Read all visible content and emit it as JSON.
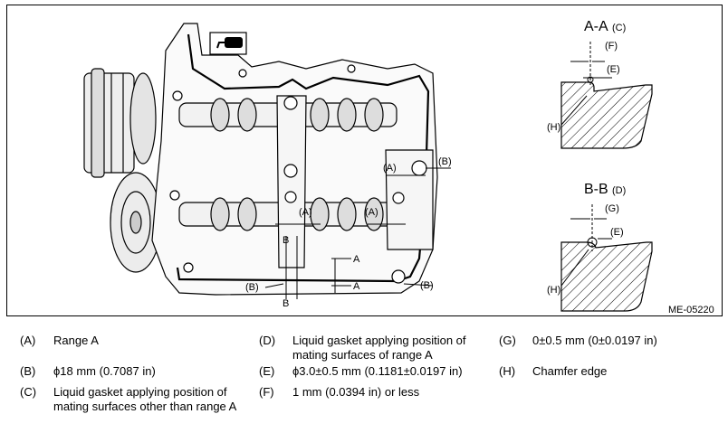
{
  "figure": {
    "id_label": "ME-05220",
    "section_aa": "A-A",
    "section_aa_ref": "(C)",
    "section_bb": "B-B",
    "section_bb_ref": "(D)",
    "callouts": {
      "A": "(A)",
      "B": "(B)",
      "E": "(E)",
      "F": "(F)",
      "G": "(G)",
      "H": "(H)",
      "cut_A": "A",
      "cut_B": "B"
    }
  },
  "legend": [
    {
      "code": "(A)",
      "desc": "Range A"
    },
    {
      "code": "(B)",
      "desc": "ϕ18 mm (0.7087 in)"
    },
    {
      "code": "(C)",
      "desc": "Liquid gasket applying position of mating surfaces other than range A"
    },
    {
      "code": "(D)",
      "desc": "Liquid gasket applying position of mating surfaces of range A"
    },
    {
      "code": "(E)",
      "desc": "ϕ3.0±0.5 mm (0.1181±0.0197 in)"
    },
    {
      "code": "(F)",
      "desc": "1 mm (0.0394 in) or less"
    },
    {
      "code": "(G)",
      "desc": "0±0.5 mm (0±0.0197 in)"
    },
    {
      "code": "(H)",
      "desc": "Chamfer edge"
    }
  ]
}
